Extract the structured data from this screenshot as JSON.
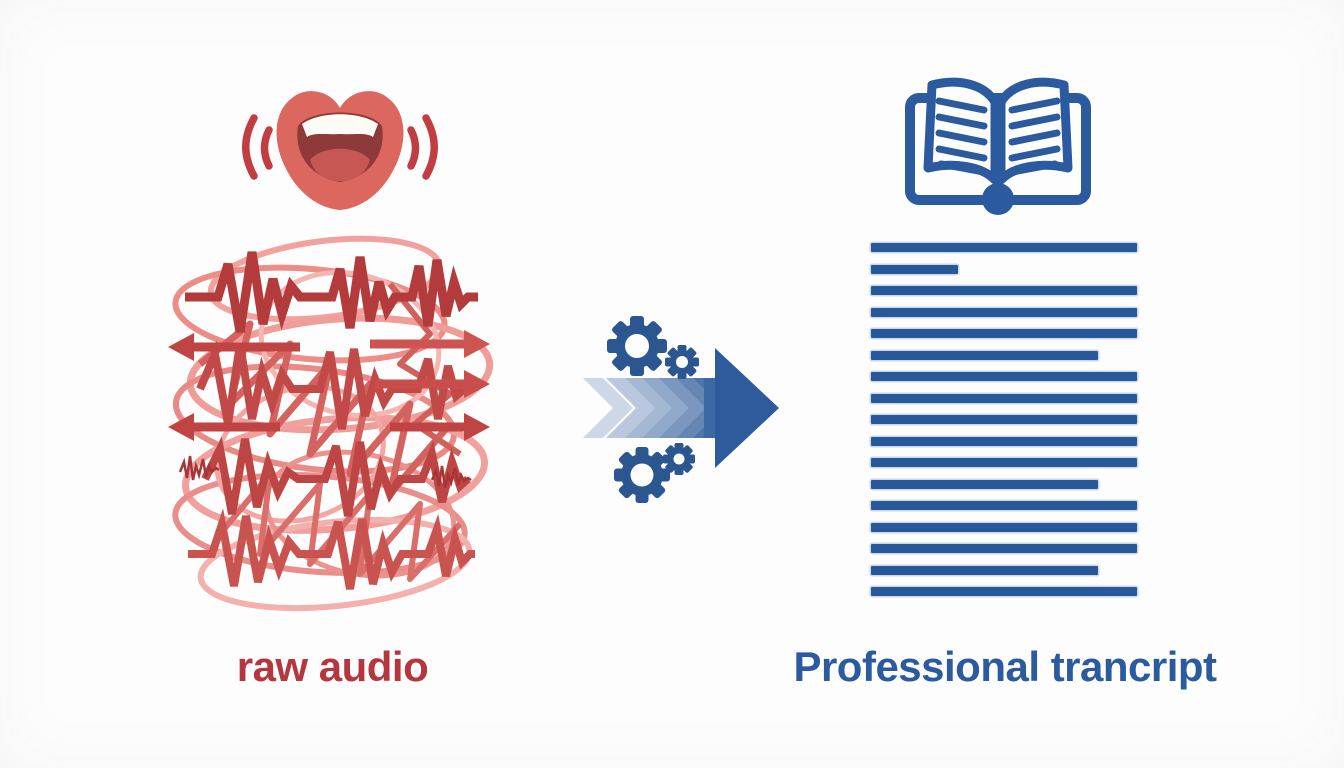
{
  "page": {
    "background": "#fdfdfd",
    "type": "process-transformation-illustration"
  },
  "left_panel": {
    "icon": "speaking-mouth-with-sound-waves",
    "graphic": "tangled-audio-waveform-scribble",
    "label": "raw audio",
    "label_color": "#b4363e",
    "colors": {
      "lips": "#dc675e",
      "mouth_interior": "#8e3a3a",
      "tongue": "#c65752",
      "sound_arc": "#c03d42",
      "waveform_dark": "#b33b3c",
      "waveform_mid": "#c94e4b",
      "tangle_light": "#ef9d99"
    }
  },
  "center_panel": {
    "icon": "process-arrow-with-gears",
    "arrow_head_color": "#2d5b9c",
    "gear_color": "#2b568f",
    "chevron_colors": [
      "#ccd8e8",
      "#b9c8de",
      "#a5b8d2",
      "#90a8ca",
      "#7b97c0",
      "#6687b6",
      "#4f76aa"
    ]
  },
  "right_panel": {
    "icon": "open-book",
    "book_color": "#2b5b9e",
    "label": "Professional trancript",
    "label_color": "#2b5b9e",
    "line_color": "#27599a",
    "text_block": {
      "paragraphs": [
        [
          100,
          32.7,
          100,
          100,
          100,
          85.3,
          100,
          100,
          100
        ],
        [
          100,
          100,
          85.3,
          100,
          100,
          100,
          85.3,
          100
        ]
      ]
    }
  }
}
